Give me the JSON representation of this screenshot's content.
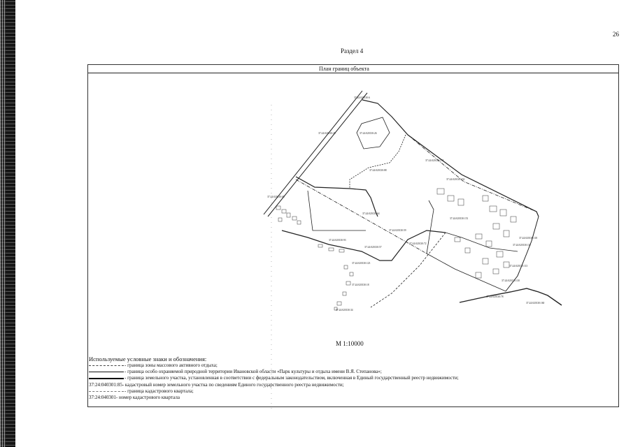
{
  "page": {
    "number": "26",
    "section": "Раздел 4"
  },
  "plan": {
    "title": "План границ объекта",
    "scale": "М 1:10000",
    "parcel_labels": [
      "37:24:020130:6",
      "37:24:020130:25",
      "37:24:020130:26",
      "37:24:020130:174",
      "37:24:020130:88",
      "37:24:020130:64",
      "37:24:020130:152",
      "37:24:020130:151",
      "37:24:020130:59",
      "37:24:020130:57",
      "37:24:020130:72",
      "37:24:020130:78",
      "37:24:020130:160",
      "37:24:020130:93",
      "37:24:020130:123",
      "37:24:020130:34",
      "37:24:020130:118",
      "37:24:020130:117",
      "37:24:020130:113",
      "37:24:020130:110",
      "37:24:020130:18",
      "37:24:020130:65"
    ]
  },
  "legend": {
    "heading": "Используемые условные знаки и обозначения:",
    "items": [
      {
        "symbol": "",
        "text": " - граница зоны массового активного отдыха;"
      },
      {
        "symbol": "",
        "text": " - граница особо охраняемой природной территории Ивановской области «Парк культуры и отдыха имени В.Я. Степанова»;"
      },
      {
        "symbol": "",
        "text": " - граница земельного участка, установленная в соответствии с федеральным законодательством, включенная в Единый государственный реестр недвижимости;"
      },
      {
        "symbol": "37:24:040301:85",
        "text": " - кадастровый номер земельного участка по сведениям Единого государственного реестра недвижимости;"
      },
      {
        "symbol": "",
        "text": " - граница кадастрового квартала;"
      },
      {
        "symbol": "37:24:040301",
        "text": " - номер кадастрового квартала"
      }
    ]
  }
}
